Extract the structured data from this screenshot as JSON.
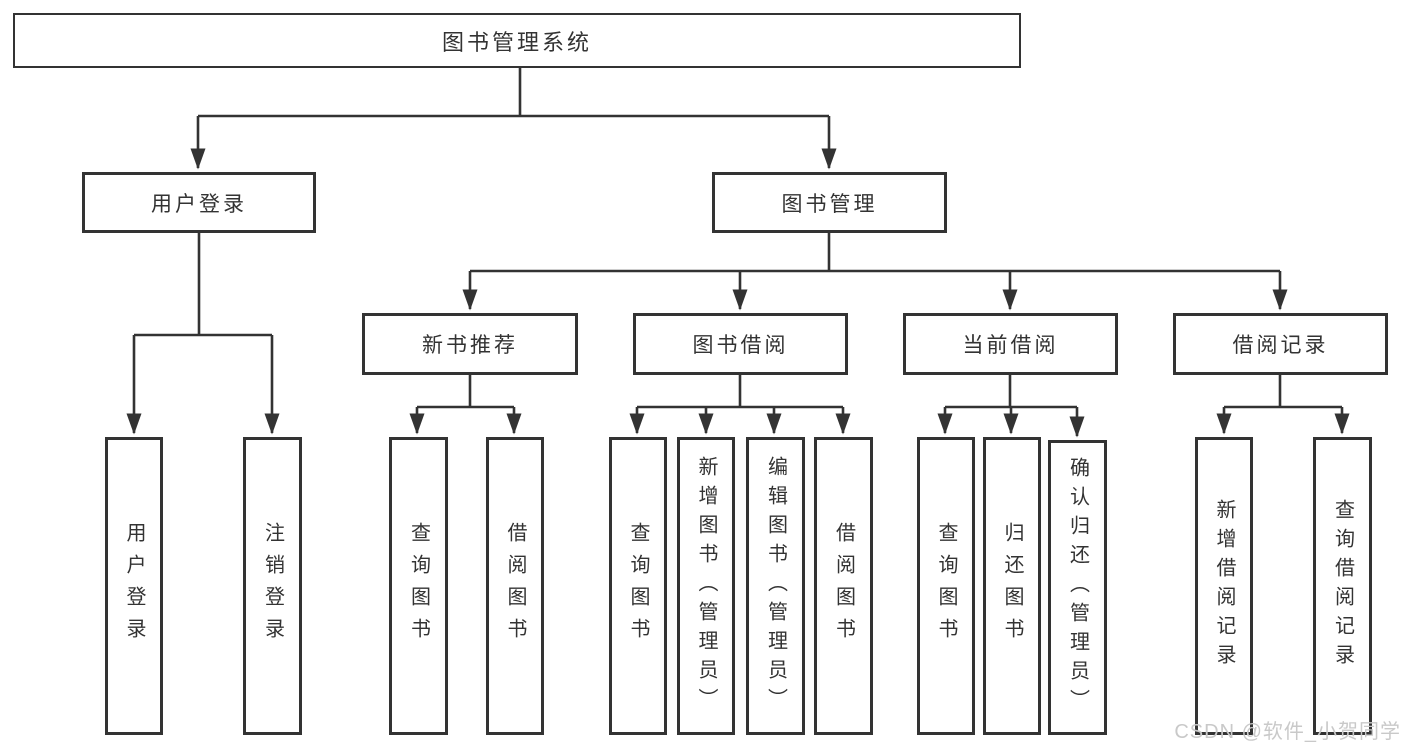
{
  "diagram": {
    "tree": {
      "label": "图书管理系统",
      "children": [
        {
          "label": "用户登录",
          "children": [
            {
              "label": "用户登录"
            },
            {
              "label": "注销登录"
            }
          ]
        },
        {
          "label": "图书管理",
          "children": [
            {
              "label": "新书推荐",
              "children": [
                {
                  "label": "查询图书"
                },
                {
                  "label": "借阅图书"
                }
              ]
            },
            {
              "label": "图书借阅",
              "children": [
                {
                  "label": "查询图书"
                },
                {
                  "label": "新增图书（管理员）"
                },
                {
                  "label": "编辑图书（管理员）"
                },
                {
                  "label": "借阅图书"
                }
              ]
            },
            {
              "label": "当前借阅",
              "children": [
                {
                  "label": "查询图书"
                },
                {
                  "label": "归还图书"
                },
                {
                  "label": "确认归还（管理员）"
                }
              ]
            },
            {
              "label": "借阅记录",
              "children": [
                {
                  "label": "新增借阅记录"
                },
                {
                  "label": "查询借阅记录"
                }
              ]
            }
          ]
        }
      ]
    },
    "colors": {
      "line": "#333333",
      "box_border": "#333333",
      "text": "#333333",
      "background": "#ffffff",
      "watermark": "#c9c9c9"
    }
  },
  "watermark": {
    "text": "CSDN @软件_小贺同学"
  }
}
